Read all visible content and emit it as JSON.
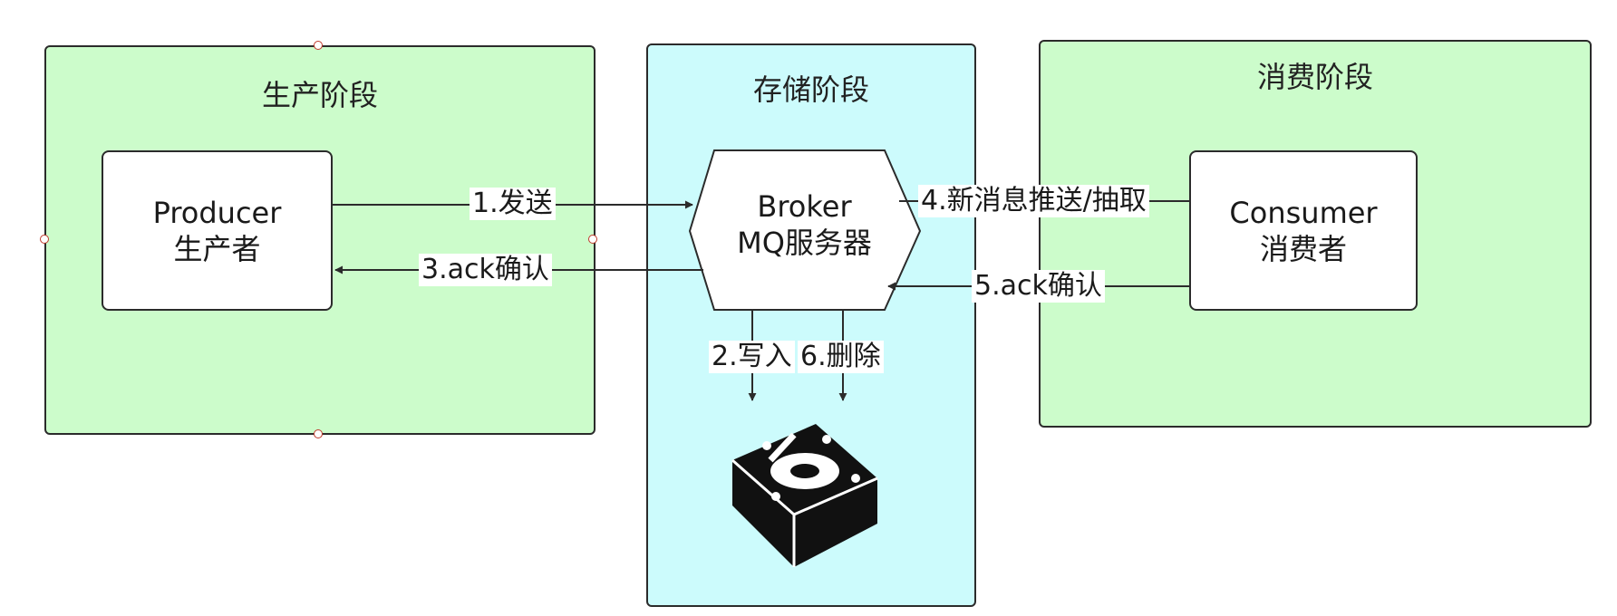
{
  "stages": {
    "production": {
      "title": "生产阶段"
    },
    "storage": {
      "title": "存储阶段"
    },
    "consumption": {
      "title": "消费阶段"
    }
  },
  "nodes": {
    "producer": {
      "line1": "Producer",
      "line2": "生产者"
    },
    "broker": {
      "line1": "Broker",
      "line2": "MQ服务器"
    },
    "consumer": {
      "line1": "Consumer",
      "line2": "消费者"
    }
  },
  "edges": {
    "send": "1.发送",
    "write": "2.写入",
    "ack_producer": "3.ack确认",
    "push_pull": "4.新消息推送/抽取",
    "ack_consumer": "5.ack确认",
    "delete": "6.删除"
  },
  "icons": {
    "storage": "hard-disk-icon"
  },
  "colors": {
    "stage_green": "#ccfccb",
    "stage_cyan": "#ccfbfc",
    "line": "#2b2b2b",
    "handle": "#c0392b"
  }
}
